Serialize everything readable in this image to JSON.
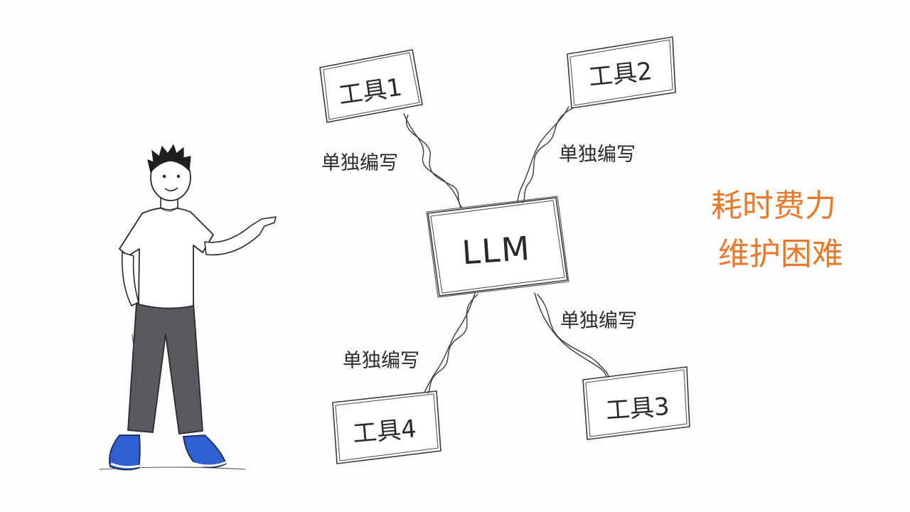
{
  "diagram": {
    "center": {
      "label": "LLM"
    },
    "tools": [
      {
        "id": "tool1",
        "label": "工具1"
      },
      {
        "id": "tool2",
        "label": "工具2"
      },
      {
        "id": "tool3",
        "label": "工具3"
      },
      {
        "id": "tool4",
        "label": "工具4"
      }
    ],
    "edges": [
      {
        "from": "tool1",
        "to": "LLM",
        "label": "单独编写"
      },
      {
        "from": "tool2",
        "to": "LLM",
        "label": "单独编写"
      },
      {
        "from": "LLM",
        "to": "tool3",
        "label": "单独编写"
      },
      {
        "from": "LLM",
        "to": "tool4",
        "label": "单独编写"
      }
    ],
    "notes": [
      "耗时费力",
      "维护困难"
    ]
  },
  "style": {
    "ink": "#2a2a2a",
    "accent": "#e9792a",
    "shirt": "#ffffff",
    "pants": "#5a5a5e",
    "shoes": "#2f5fd0"
  }
}
